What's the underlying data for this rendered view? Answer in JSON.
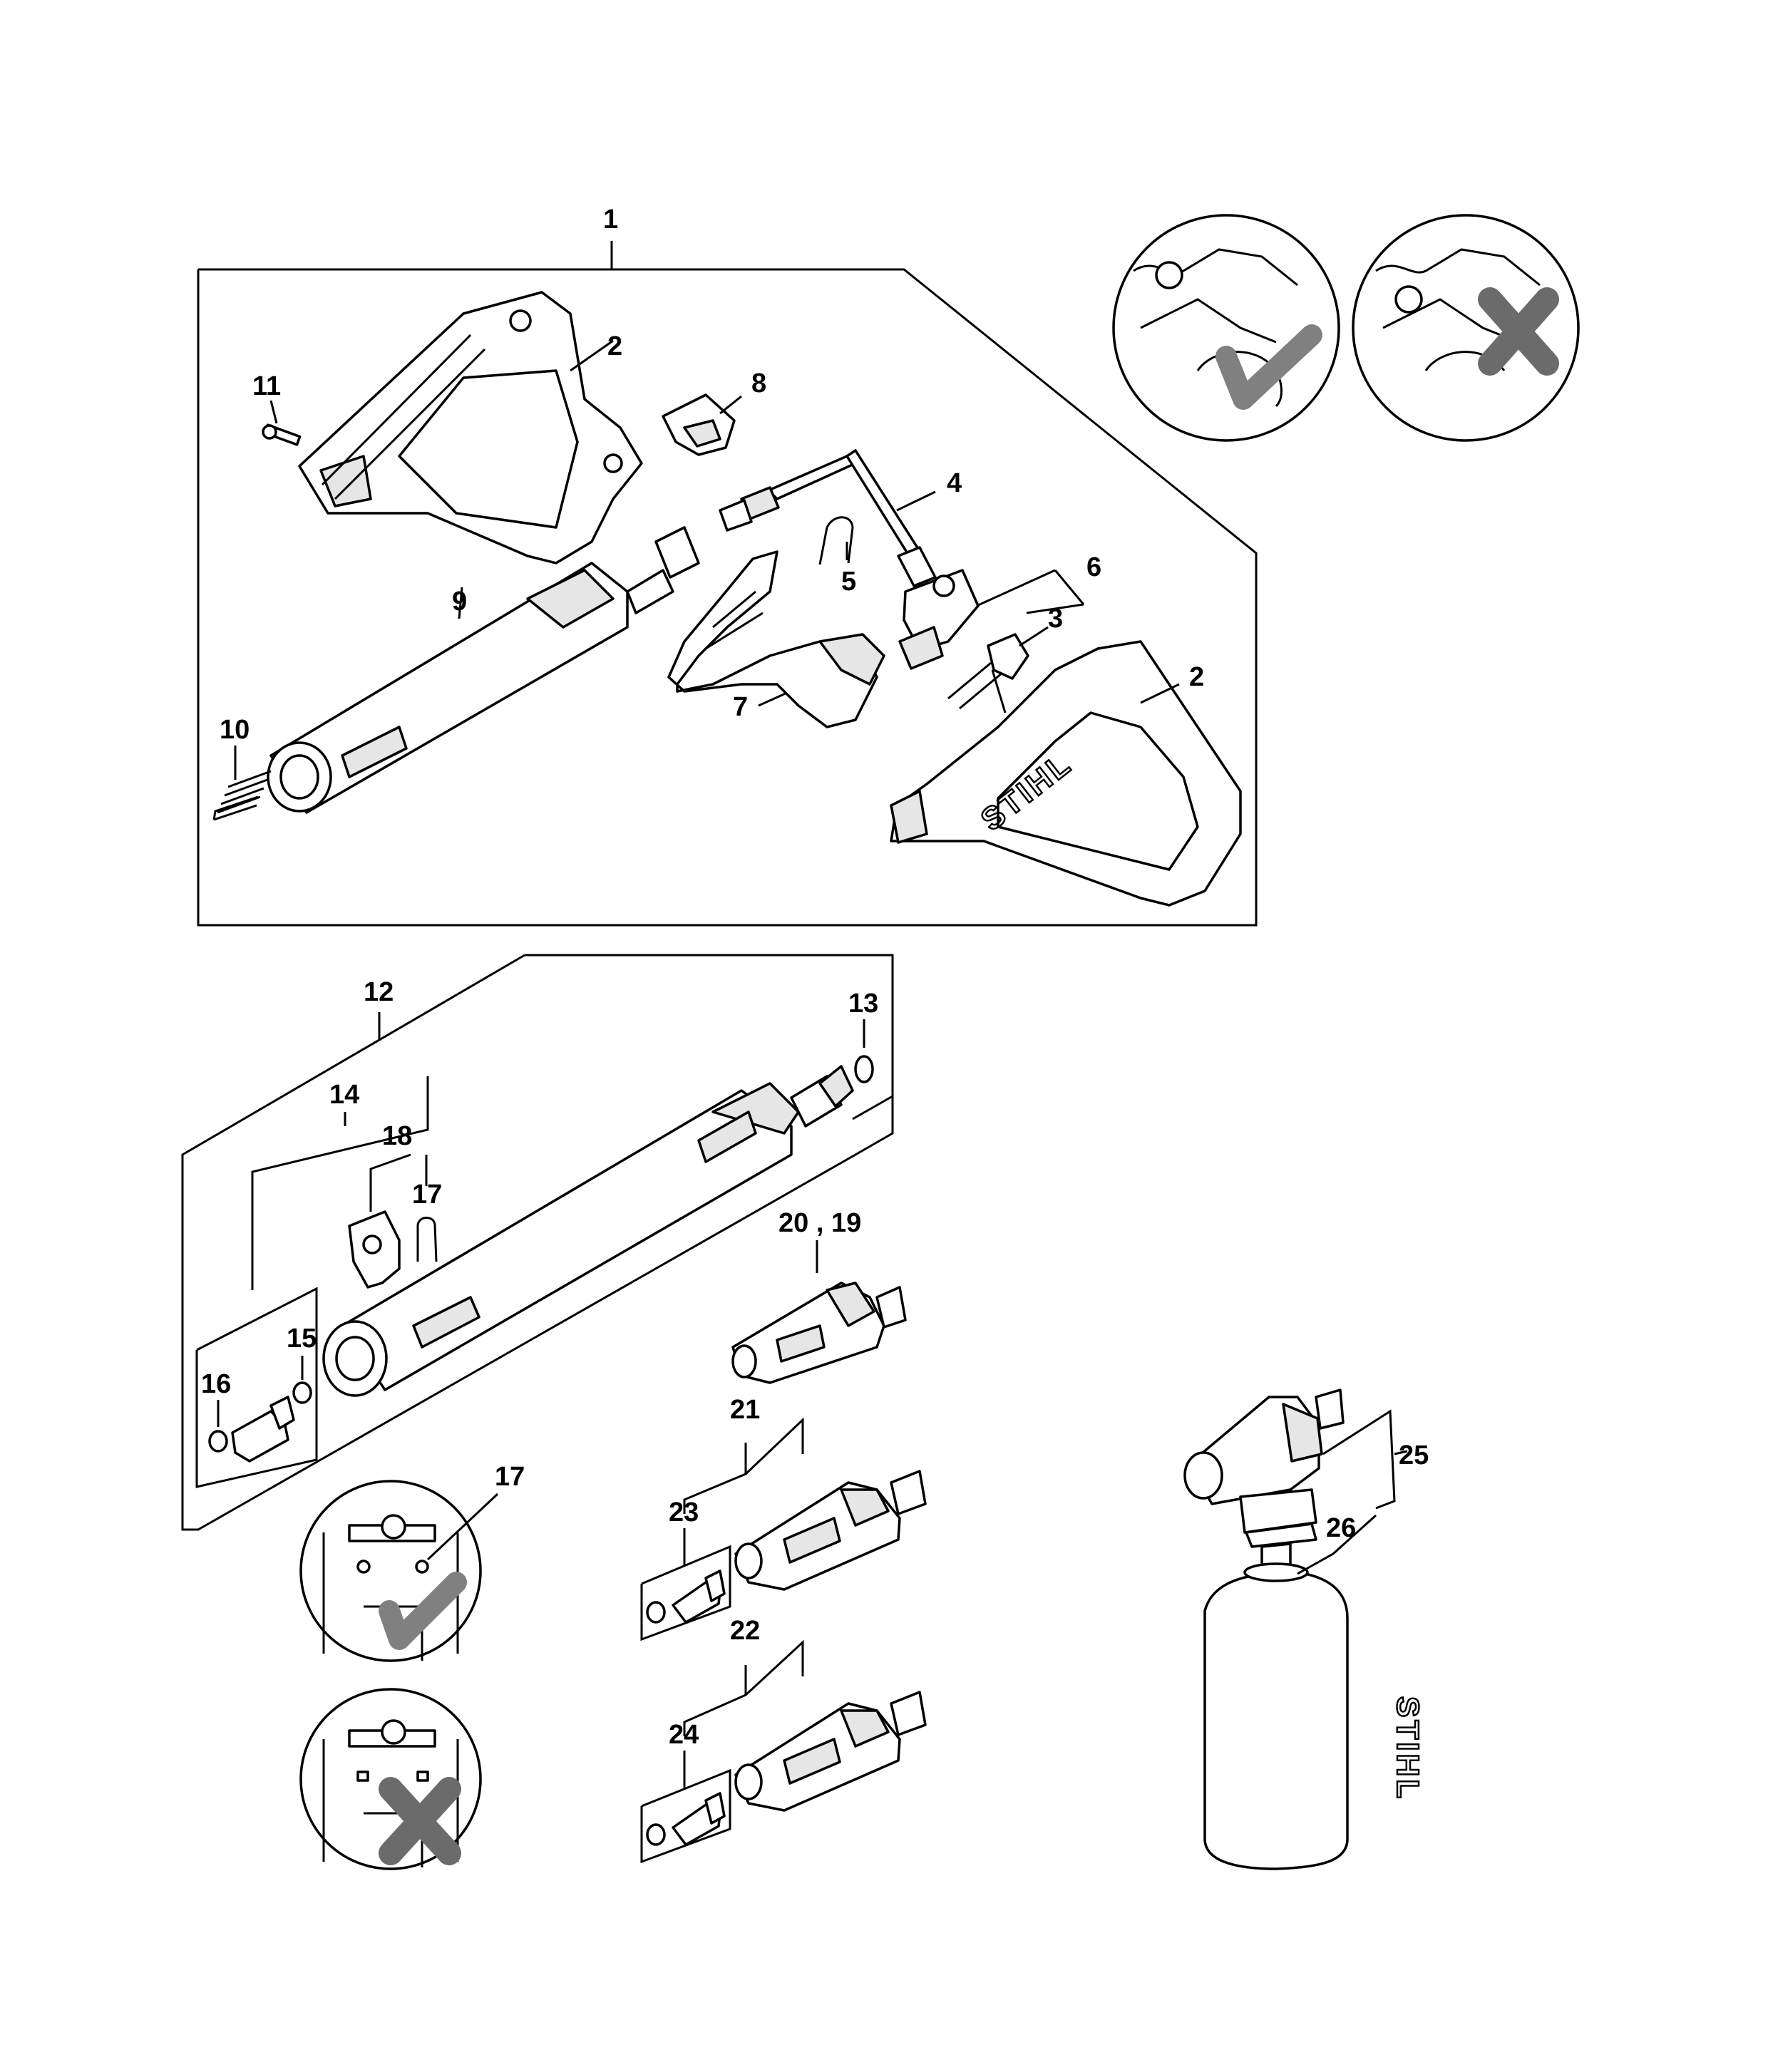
{
  "callouts": {
    "c1": "1",
    "c2a": "2",
    "c2b": "2",
    "c3": "3",
    "c4": "4",
    "c5": "5",
    "c6": "6",
    "c7": "7",
    "c8": "8",
    "c9": "9",
    "c10": "10",
    "c11": "11",
    "c12": "12",
    "c13": "13",
    "c14": "14",
    "c15": "15",
    "c16": "16",
    "c17a": "17",
    "c17b": "17",
    "c18": "18",
    "c20_19": "20 , 19",
    "c21": "21",
    "c22": "22",
    "c23": "23",
    "c24": "24",
    "c25": "25",
    "c26": "26"
  },
  "brand_marks": {
    "gun_logo": "STIHL",
    "bottle_logo": "STIHL"
  },
  "icons": {
    "correct": "checkmark-icon",
    "incorrect": "cross-icon"
  },
  "colors": {
    "line": "#000000",
    "check_mark": "#808080",
    "cross_mark": "#6b6b6b",
    "background": "#ffffff"
  }
}
